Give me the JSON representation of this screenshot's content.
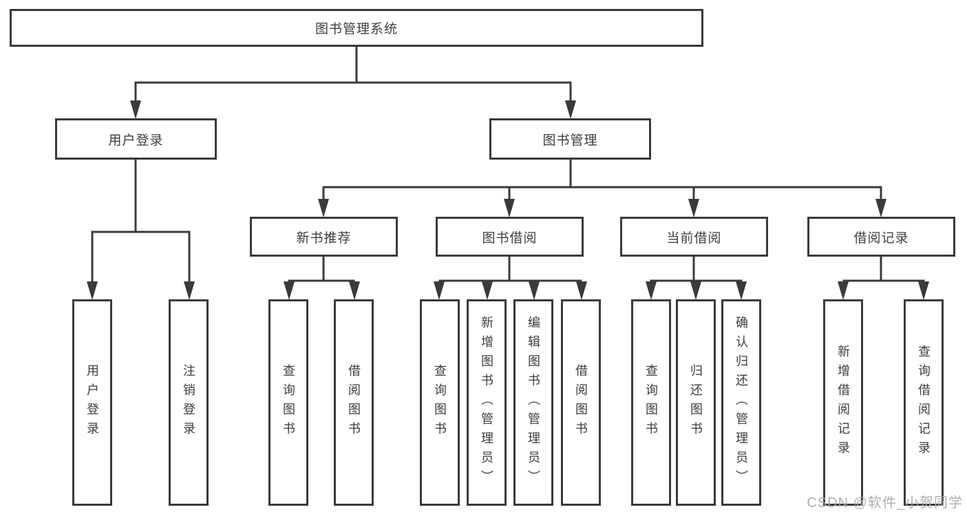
{
  "diagram": {
    "title": "图书管理系统",
    "root": {
      "label": "图书管理系统"
    },
    "level2": [
      {
        "id": "user-login",
        "label": "用户登录"
      },
      {
        "id": "book-mgmt",
        "label": "图书管理"
      }
    ],
    "level3": [
      {
        "id": "new-book",
        "label": "新书推荐"
      },
      {
        "id": "book-borrow",
        "label": "图书借阅"
      },
      {
        "id": "cur-borrow",
        "label": "当前借阅"
      },
      {
        "id": "rec-borrow",
        "label": "借阅记录"
      }
    ],
    "leaves": {
      "user_login": [
        {
          "label": "用户登录"
        },
        {
          "label": "注销登录"
        }
      ],
      "new_book": [
        {
          "label": "查询图书"
        },
        {
          "label": "借阅图书"
        }
      ],
      "book_borrow": [
        {
          "label": "查询图书"
        },
        {
          "label": "新增图书（管理员）"
        },
        {
          "label": "编辑图书（管理员）"
        },
        {
          "label": "借阅图书"
        }
      ],
      "current_borrow": [
        {
          "label": "查询图书"
        },
        {
          "label": "归还图书"
        },
        {
          "label": "确认归还（管理员）"
        }
      ],
      "borrow_record": [
        {
          "label": "新增借阅记录"
        },
        {
          "label": "查询借阅记录"
        }
      ]
    },
    "watermark": "CSDN @软件_小贺同学",
    "colors": {
      "line": "#3a3a3a",
      "text": "#3d3d3d",
      "background": "#ffffff",
      "watermark": "#a8a8a8"
    }
  }
}
